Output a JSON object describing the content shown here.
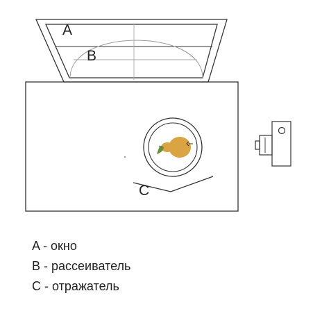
{
  "diagram": {
    "labels": {
      "a": "A",
      "b": "B",
      "c": "C"
    },
    "legend": [
      {
        "text": "A - окно"
      },
      {
        "text": "B - рассеиватель"
      },
      {
        "text": "C - отражатель"
      }
    ],
    "colors": {
      "stroke": "#333333",
      "grid": "#aaaaaa",
      "pear": "#d9a441",
      "leaf": "#6b8e3a"
    },
    "icons": [
      "pear-icon",
      "camera-icon"
    ]
  }
}
